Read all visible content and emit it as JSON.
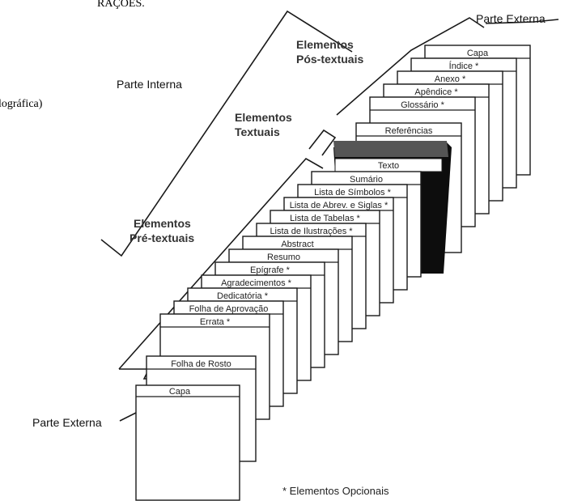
{
  "cut_text": {
    "top": "RAÇÕES.",
    "side": "lográfica)"
  },
  "parts": {
    "external_top": "Parte Externa",
    "internal": "Parte Interna",
    "external_bottom": "Parte Externa"
  },
  "groups": {
    "post_textual": [
      "Elementos",
      "Pós-textuais"
    ],
    "textual": [
      "Elementos",
      "Textuais"
    ],
    "pre_textual": [
      "Elementos",
      "Pré-textuais"
    ]
  },
  "sheets": {
    "front_cover": "Capa",
    "pre_textual": [
      "Folha de Rosto",
      "Errata *",
      "Folha de Aprovação",
      "Dedicatória *",
      "Agradecimentos *",
      "Epígrafe *",
      "Resumo",
      "Abstract",
      "Lista de Ilustrações *",
      "Lista de Tabelas *",
      "Lista de Abrev. e Siglas *",
      "Lista de Símbolos *",
      "Sumário"
    ],
    "textual": "Texto",
    "post_textual": [
      "Referências",
      "Glossário *",
      "Apêndice *",
      "Anexo *",
      "Índice *"
    ],
    "back_cover": "Capa"
  },
  "footnote": "* Elementos Opcionais",
  "colors": {
    "line": "#1a1a1a",
    "text_block": "#0d0d0d",
    "paper": "#ffffff"
  }
}
